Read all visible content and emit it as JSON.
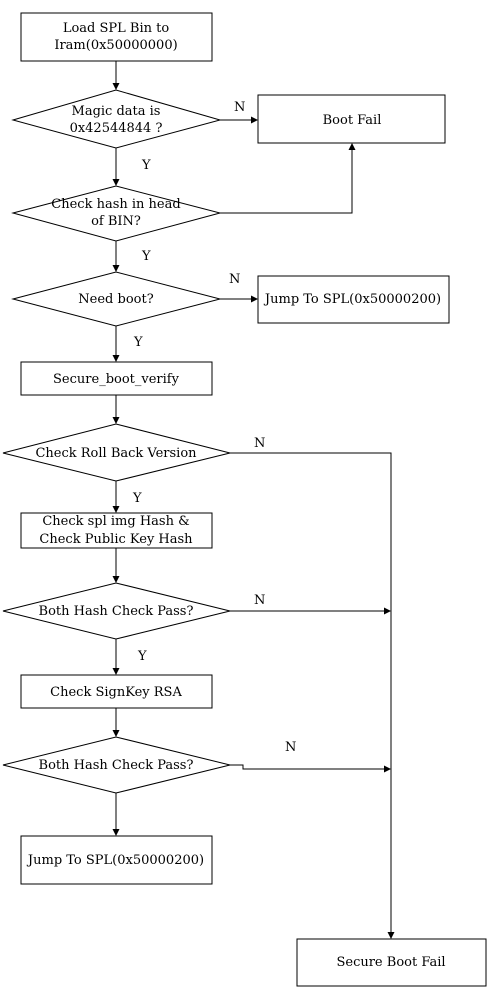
{
  "nodes": {
    "load_spl": {
      "lines": [
        "Load SPL Bin to",
        "Iram(0x50000000)"
      ]
    },
    "magic_check": {
      "lines": [
        "Magic data is",
        "0x42544844 ?"
      ]
    },
    "boot_fail": {
      "lines": [
        "Boot Fail"
      ]
    },
    "hash_head_check": {
      "lines": [
        "Check hash in head",
        "of BIN?"
      ]
    },
    "need_boot": {
      "lines": [
        "Need boot?"
      ]
    },
    "jump_spl_1": {
      "lines": [
        "Jump To SPL(0x50000200)"
      ]
    },
    "secure_boot_verify": {
      "lines": [
        "Secure_boot_verify"
      ]
    },
    "rollback_check": {
      "lines": [
        "Check Roll Back Version"
      ]
    },
    "hash_calc": {
      "lines": [
        "Check spl img Hash &",
        "Check Public Key Hash"
      ]
    },
    "hash_pass_1": {
      "lines": [
        "Both Hash Check Pass?"
      ]
    },
    "signkey_rsa": {
      "lines": [
        "Check SignKey RSA"
      ]
    },
    "hash_pass_2": {
      "lines": [
        "Both Hash Check Pass?"
      ]
    },
    "jump_spl_2": {
      "lines": [
        "Jump To SPL(0x50000200)"
      ]
    },
    "secure_boot_fail": {
      "lines": [
        "Secure Boot Fail"
      ]
    }
  },
  "edge_labels": {
    "magic_no": "N",
    "magic_yes": "Y",
    "hash_head_yes": "Y",
    "need_boot_no": "N",
    "need_boot_yes": "Y",
    "rollback_no": "N",
    "rollback_yes": "Y",
    "hash_pass_1_no": "N",
    "hash_pass_1_yes": "Y",
    "hash_pass_2_no": "N"
  }
}
